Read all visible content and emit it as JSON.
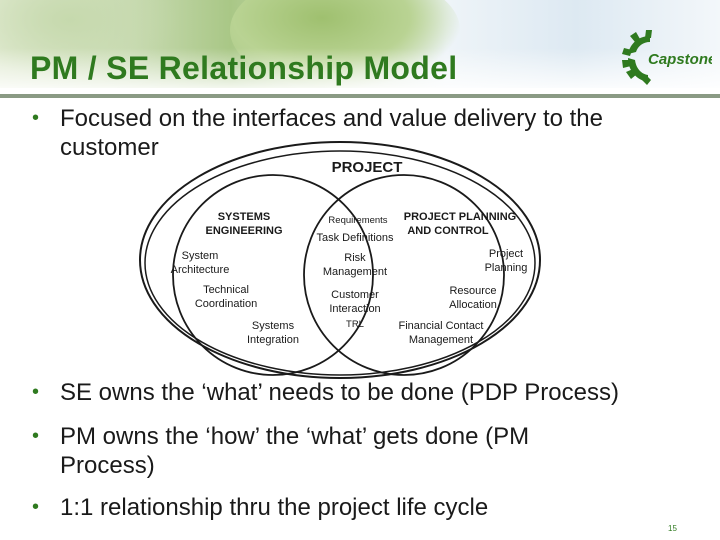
{
  "slide": {
    "title": "PM / SE Relationship Model",
    "logo_text": "Capstone",
    "page_number": "15",
    "accent_color": "#2f7a1f"
  },
  "bullets": [
    {
      "line1": "Focused on the interfaces and value delivery to the",
      "line2": "customer"
    },
    {
      "line1": "SE owns the ‘what’ needs to be done (PDP Process)"
    },
    {
      "line1": "PM owns the ‘how’ the ‘what’ gets done (PM",
      "line2": "Process)"
    },
    {
      "line1": "1:1 relationship thru the project life cycle"
    }
  ],
  "diagram": {
    "outer_label": "PROJECT",
    "left": {
      "title_line1": "SYSTEMS",
      "title_line2": "ENGINEERING",
      "items": [
        {
          "line1": "System",
          "line2": "Architecture"
        },
        {
          "line1": "Technical",
          "line2": "Coordination"
        },
        {
          "line1": "Systems",
          "line2": "Integration"
        }
      ]
    },
    "right": {
      "title_line1": "PROJECT PLANNING",
      "title_line2": "AND CONTROL",
      "items": [
        {
          "line1": "Project",
          "line2": "Planning"
        },
        {
          "line1": "Resource",
          "line2": "Allocation"
        },
        {
          "line1": "Financial Contact",
          "line2": "Management"
        }
      ]
    },
    "overlap": {
      "requirements": "Requirements",
      "task_definitions": "Task Definitions",
      "risk_line1": "Risk",
      "risk_line2": "Management",
      "customer_line1": "Customer",
      "customer_line2": "Interaction",
      "trl": "TRL"
    }
  }
}
